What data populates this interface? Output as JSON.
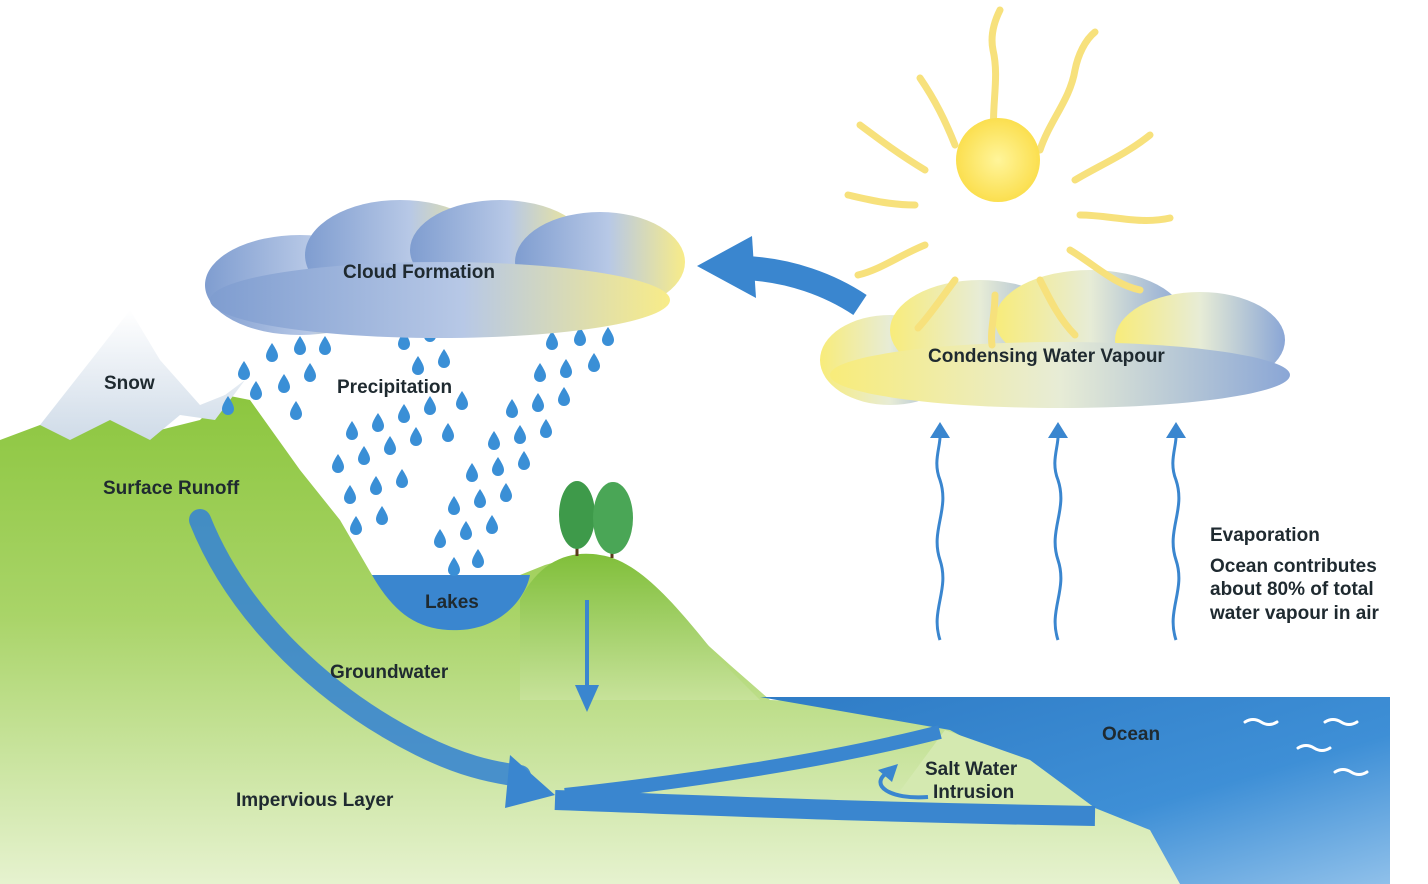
{
  "labels": {
    "cloud_formation": "Cloud Formation",
    "condensing_water_vapour": "Condensing Water Vapour",
    "snow": "Snow",
    "precipitation": "Precipitation",
    "surface_runoff": "Surface Runoff",
    "lakes": "Lakes",
    "groundwater": "Groundwater",
    "impervious_layer": "Impervious Layer",
    "ocean": "Ocean",
    "salt_water_intrusion_line1": "Salt Water",
    "salt_water_intrusion_line2": "Intrusion",
    "evaporation_title": "Evaporation",
    "evaporation_note_line1": "Ocean contributes",
    "evaporation_note_line2": "about 80% of total",
    "evaporation_note_line3": "water vapour in air"
  },
  "colors": {
    "land_green": "#8cc63f",
    "water_blue": "#3a86cf",
    "sun_yellow": "#fbe46a",
    "cloud_blue": "#9cb4d8",
    "rain_drop": "#3a8fd6",
    "tree_green": "#3e9a4a"
  }
}
